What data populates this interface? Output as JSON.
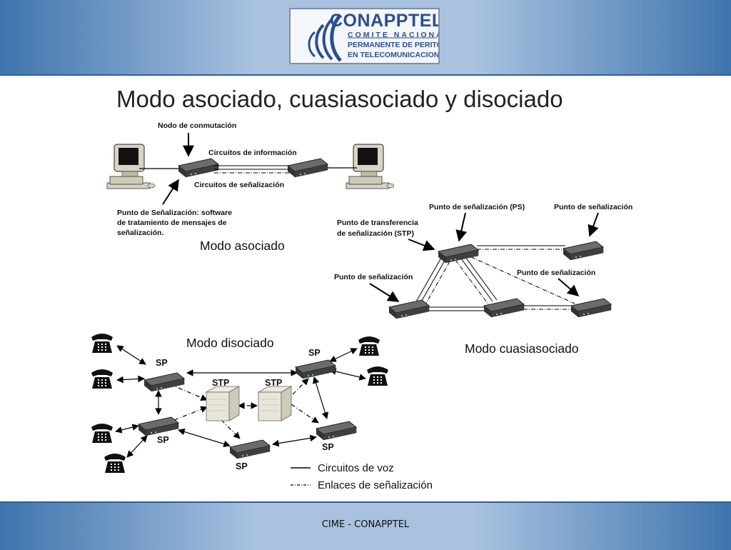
{
  "header": {
    "logo": {
      "name": "CONAPPTEL",
      "line1": "COMITE NACIONAL",
      "line2": "PERMANENTE DE PERITOS",
      "line3": "EN TELECOMUNICACIONES"
    }
  },
  "slide": {
    "title": "Modo asociado, cuasiasociado y disociado"
  },
  "asociado": {
    "node_label": "Nodo de conmutación",
    "info_circuits": "Circuitos de información",
    "signal_circuits": "Circuitos de señalización",
    "sp_line1": "Punto de Señalización: software",
    "sp_line2": "de tratamiento de mensajes de",
    "sp_line3": "señalización.",
    "caption": "Modo asociado"
  },
  "cuasiasociado": {
    "ps_top": "Punto de señalización (PS)",
    "ps_right": "Punto de señalización",
    "stp_line1": "Punto de transferencia",
    "stp_line2": "de señalización (STP)",
    "ps_left": "Punto de señalización",
    "ps_mid": "Punto de señalización",
    "caption": "Modo cuasiasociado"
  },
  "disociado": {
    "caption": "Modo disociado",
    "sp": "SP",
    "stp": "STP",
    "legend_voice": "Circuitos de voz",
    "legend_signal": "Enlaces de señalización"
  },
  "footer": {
    "text": "CIME - CONAPPTEL"
  }
}
